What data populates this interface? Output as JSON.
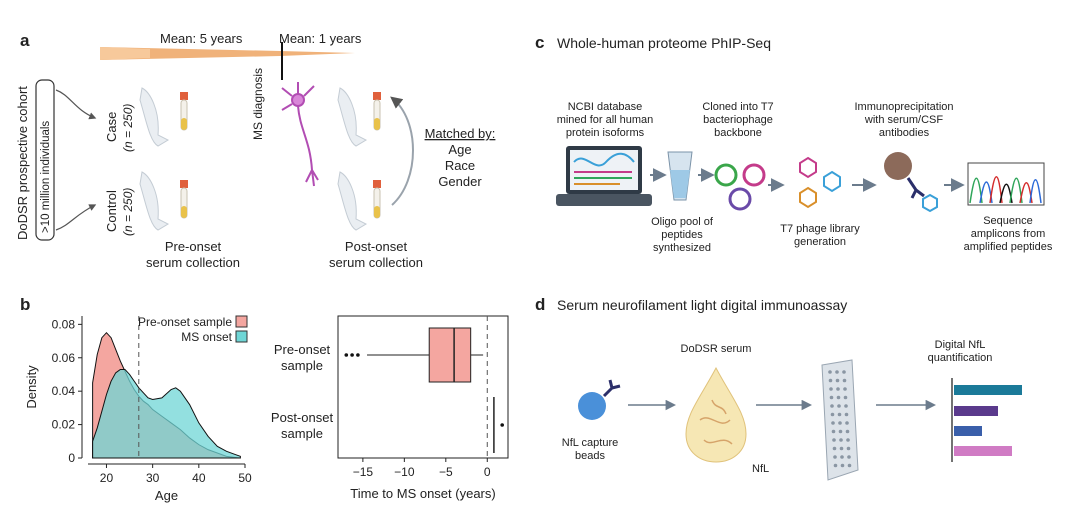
{
  "panels": {
    "a": {
      "letter": "a",
      "mean_pre": "Mean: 5 years",
      "mean_post": "Mean: 1 years",
      "cohort_label": "DoDSR prospective cohort",
      "cohort_size": ">10 million individuals",
      "case_label": "Case",
      "case_n": "(n = 250)",
      "control_label": "Control",
      "control_n": "(n = 250)",
      "ms_diagnosis": "MS diagnosis",
      "pre_collection": [
        "Pre-onset",
        "serum collection"
      ],
      "post_collection": [
        "Post-onset",
        "serum collection"
      ],
      "matched_by": "Matched by:",
      "matched_items": [
        "Age",
        "Race",
        "Gender"
      ]
    },
    "b": {
      "letter": "b",
      "boxplot_ylabels": [
        [
          "Pre-onset",
          "sample"
        ],
        [
          "Post-onset",
          "sample"
        ]
      ]
    },
    "c": {
      "letter": "c",
      "title": "Whole-human proteome PhIP-Seq",
      "step1": [
        "NCBI database",
        "mined for all human",
        "protein isoforms"
      ],
      "step2": [
        "Cloned into T7",
        "bacteriophage",
        "backbone"
      ],
      "step3": [
        "Immunoprecipitation",
        "with serum/CSF",
        "antibodies"
      ],
      "step4": [
        "Oligo pool of",
        "peptides",
        "synthesized"
      ],
      "step5": [
        "T7 phage library",
        "generation"
      ],
      "step6": [
        "Sequence",
        "amplicons from",
        "amplified peptides"
      ]
    },
    "d": {
      "letter": "d",
      "title": "Serum neurofilament light digital immunoassay",
      "beads": [
        "NfL capture",
        "beads"
      ],
      "serum": "DoDSR serum",
      "nfl": "NfL",
      "quant": [
        "Digital NfL",
        "quantification"
      ],
      "bar_colors": [
        "#1b7a99",
        "#5a3a8c",
        "#3a5faa",
        "#d07bc4"
      ]
    }
  },
  "chart_data": [
    {
      "type": "area",
      "xlabel": "Age",
      "ylabel": "Density",
      "xlim": [
        16,
        50
      ],
      "ylim": [
        0,
        0.085
      ],
      "xticks": [
        20,
        30,
        40,
        50
      ],
      "yticks": [
        "0",
        "0.02",
        "0.04",
        "0.06",
        "0.08"
      ],
      "vline_x": 27,
      "legend": "top-right",
      "series": [
        {
          "name": "Pre-onset sample",
          "color": "#f4a6a0",
          "x": [
            17,
            18,
            19,
            20,
            21,
            22,
            23,
            24,
            25,
            26,
            27,
            28,
            29,
            30,
            32,
            34,
            36,
            38,
            40,
            42,
            44,
            46,
            48,
            49
          ],
          "y": [
            0.045,
            0.062,
            0.072,
            0.075,
            0.072,
            0.065,
            0.058,
            0.052,
            0.046,
            0.041,
            0.037,
            0.034,
            0.032,
            0.029,
            0.025,
            0.021,
            0.017,
            0.012,
            0.008,
            0.005,
            0.003,
            0.001,
            0.0003,
            0
          ]
        },
        {
          "name": "MS onset",
          "color": "#6fd6d6",
          "x": [
            17,
            18,
            19,
            20,
            21,
            22,
            23,
            24,
            25,
            26,
            27,
            28,
            29,
            30,
            32,
            34,
            35,
            36,
            38,
            40,
            42,
            44,
            46,
            48,
            49
          ],
          "y": [
            0.01,
            0.018,
            0.028,
            0.038,
            0.046,
            0.051,
            0.053,
            0.053,
            0.05,
            0.046,
            0.042,
            0.039,
            0.036,
            0.035,
            0.036,
            0.041,
            0.042,
            0.04,
            0.032,
            0.021,
            0.013,
            0.007,
            0.004,
            0.002,
            0.001
          ]
        }
      ]
    },
    {
      "type": "box",
      "xlabel": "Time to MS onset (years)",
      "xlim": [
        -18,
        2.5
      ],
      "xticks": [
        -15,
        -10,
        -5,
        0
      ],
      "vline_x": 0,
      "categories": [
        "Pre-onset sample",
        "Post-onset sample"
      ],
      "boxes": [
        {
          "name": "Pre-onset sample",
          "color": "#f4a6a0",
          "whisker_low": -14.5,
          "q1": -7,
          "median": -4,
          "q3": -2,
          "whisker_high": -0.5,
          "outliers": [
            -17,
            -16.3,
            -15.6
          ]
        },
        {
          "name": "Post-onset sample",
          "color": "#ffffff",
          "whisker_low": 0.8,
          "q1": 0.8,
          "median": 0.8,
          "q3": 0.8,
          "whisker_high": 0.8,
          "outliers": [
            1.8
          ]
        }
      ]
    }
  ]
}
